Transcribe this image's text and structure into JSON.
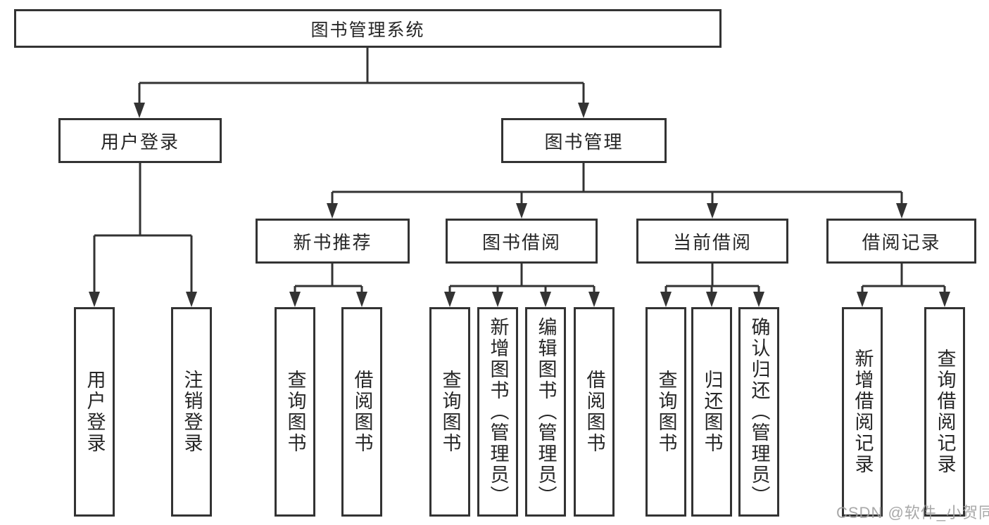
{
  "diagram_title": "图书管理系统",
  "tree": {
    "root": "图书管理系统",
    "l2": [
      "用户登录",
      "图书管理"
    ],
    "l3": [
      "新书推荐",
      "图书借阅",
      "当前借阅",
      "借阅记录"
    ],
    "l4_groups": [
      {
        "parent": "用户登录",
        "items": [
          "用户登录",
          "注销登录"
        ]
      },
      {
        "parent": "新书推荐",
        "items": [
          "查询图书",
          "借阅图书"
        ]
      },
      {
        "parent": "图书借阅",
        "items": [
          "查询图书",
          "新增图书（管理员）",
          "编辑图书（管理员）",
          "借阅图书"
        ]
      },
      {
        "parent": "当前借阅",
        "items": [
          "查询图书",
          "归还图书",
          "确认归还（管理员）"
        ]
      },
      {
        "parent": "借阅记录",
        "items": [
          "新增借阅记录",
          "查询借阅记录"
        ]
      }
    ]
  },
  "watermark": "CSDN @软件_小贺同学",
  "colors": {
    "line": "#333333",
    "box_border": "#333333",
    "text": "#262626",
    "watermark": "#9e9e9e",
    "background": "#ffffff"
  }
}
